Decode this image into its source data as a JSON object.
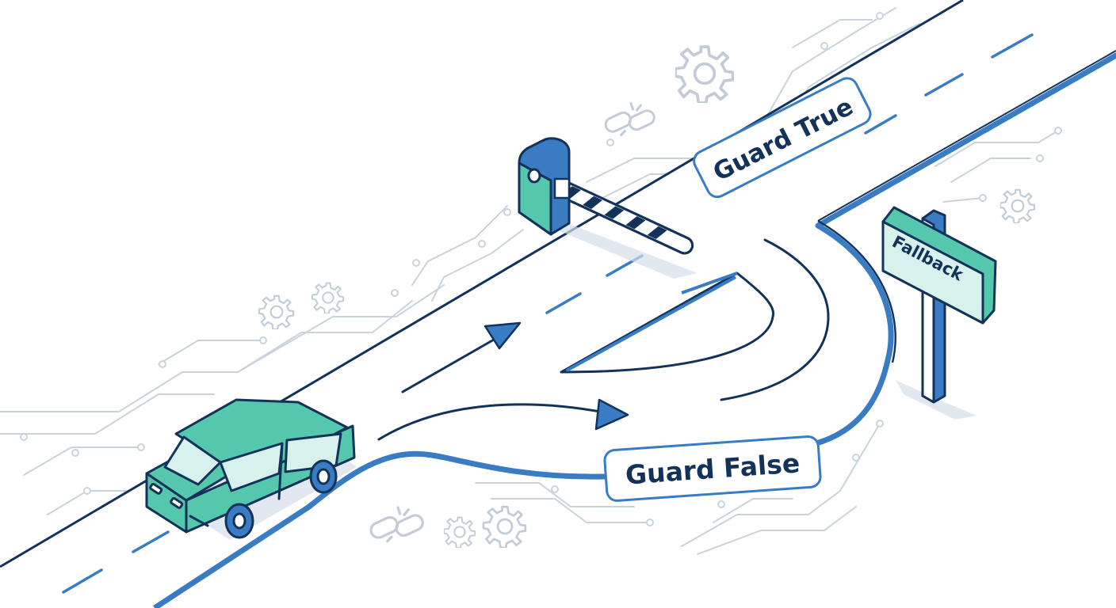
{
  "labels": {
    "guard_true": "Guard True",
    "guard_false": "Guard False",
    "fallback": "Fallback"
  },
  "icons": [
    "car-icon",
    "barrier-gate-icon",
    "signpost-icon",
    "gear-icon",
    "link-icon",
    "arrow-icon"
  ],
  "colors": {
    "outline": "#12325a",
    "accent_blue": "#3a7cc4",
    "teal": "#54c7ad",
    "light_teal": "#d7f1ec",
    "circuit_gray": "#c9d3dc"
  }
}
